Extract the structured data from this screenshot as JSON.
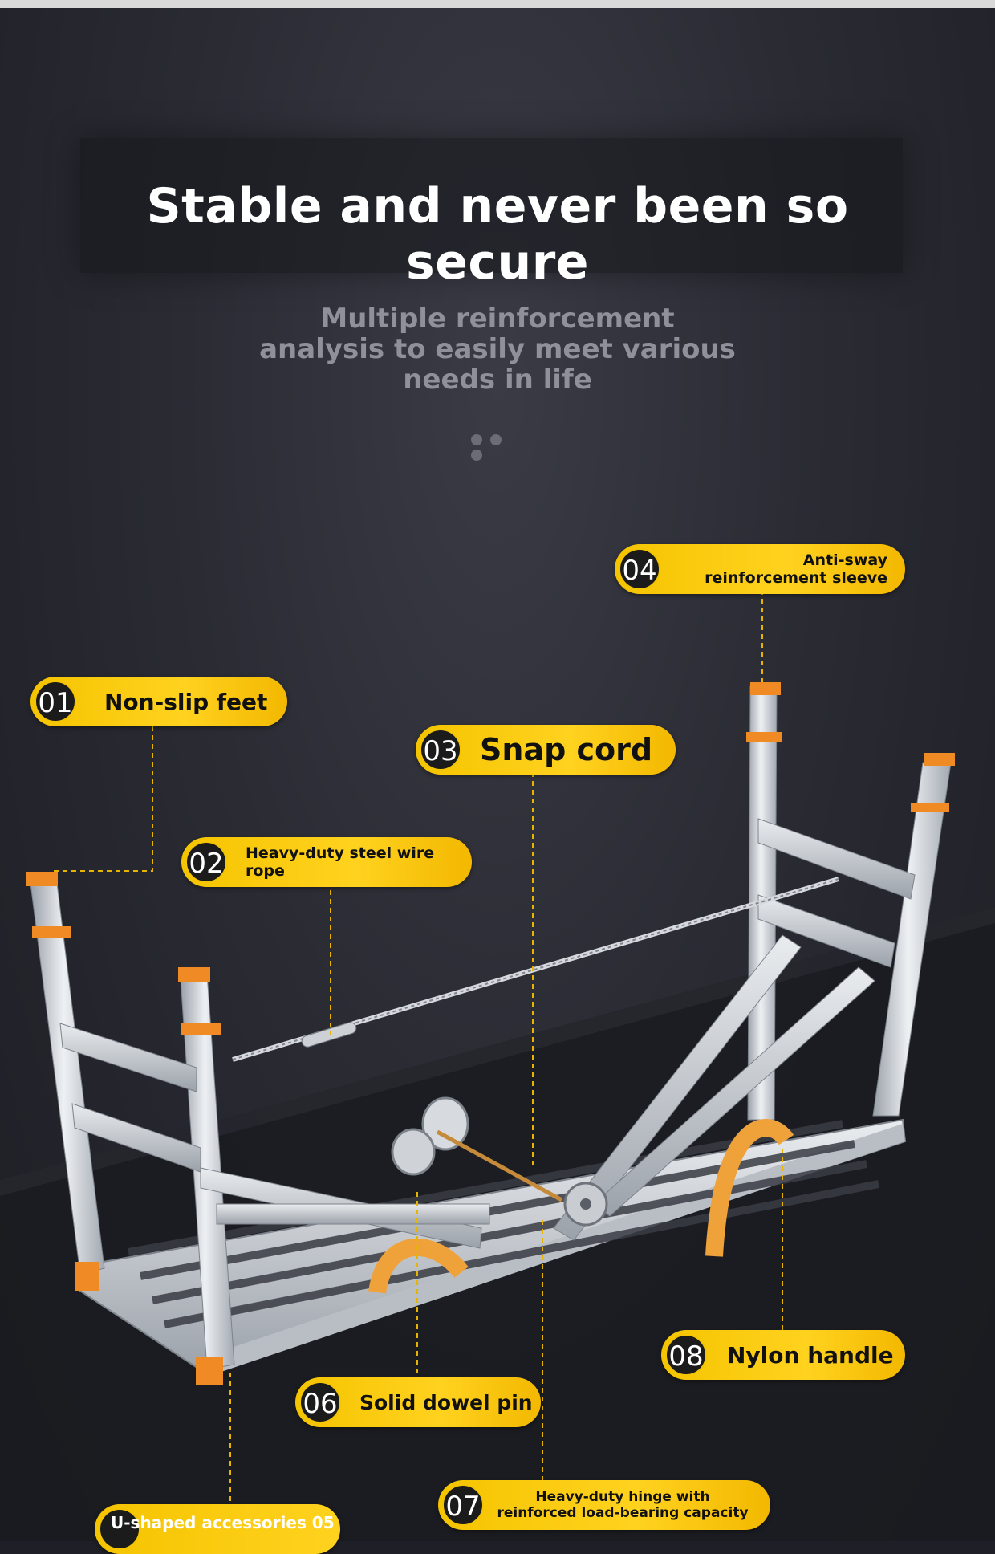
{
  "title": "Stable and never been so secure",
  "subtitle": "Multiple reinforcement analysis to easily meet various needs in life",
  "colors": {
    "accent_yellow": "#f5c400",
    "foot_orange": "#f08a24",
    "background": "#25262e"
  },
  "callouts": [
    {
      "num": "01",
      "label": "Non-slip feet"
    },
    {
      "num": "02",
      "label": "Heavy-duty steel wire rope"
    },
    {
      "num": "03",
      "label": "Snap cord"
    },
    {
      "num": "04",
      "label": "Anti-sway reinforcement sleeve"
    },
    {
      "num": "06",
      "label": "Solid dowel pin"
    },
    {
      "num": "07",
      "label": "Heavy-duty hinge with reinforced load-bearing capacity"
    },
    {
      "num": "08",
      "label": "Nylon handle"
    },
    {
      "label": "U-shaped accessories 05"
    }
  ]
}
